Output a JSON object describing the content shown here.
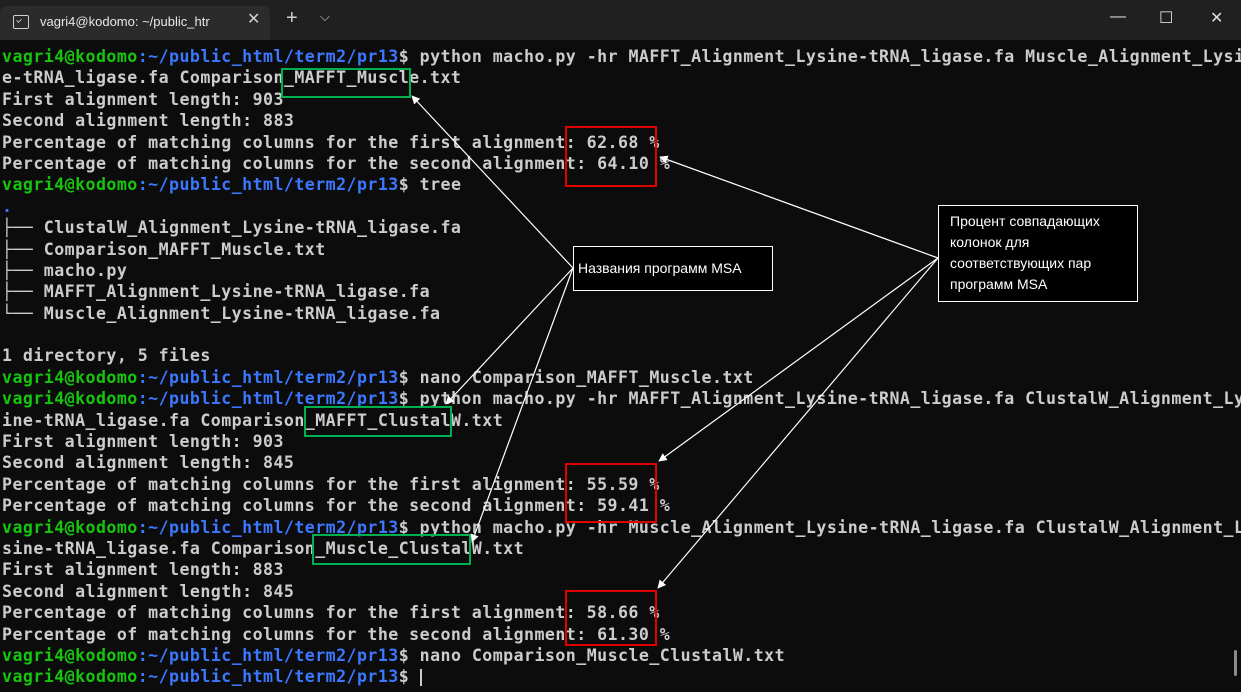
{
  "window": {
    "tab_title": "vagri4@kodomo: ~/public_htr",
    "close_glyph": "✕",
    "new_tab_glyph": "+",
    "dropdown_glyph": "⌵",
    "minimize_glyph": "—",
    "maximize_glyph": "☐",
    "window_close_glyph": "✕"
  },
  "prompt": {
    "user": "vagri4@kodomo",
    "path": ":~/public_html/term2/pr13",
    "symbol": "$"
  },
  "terminal": [
    {
      "type": "prompt",
      "cmd": " python macho.py -hr MAFFT_Alignment_Lysine-tRNA_ligase.fa Muscle_Alignment_Lysin"
    },
    {
      "type": "out",
      "text": "e-tRNA_ligase.fa Comparison_MAFFT_Muscle.txt"
    },
    {
      "type": "out",
      "text": "First alignment length: 903"
    },
    {
      "type": "out",
      "text": "Second alignment length: 883"
    },
    {
      "type": "out",
      "text": "Percentage of matching columns for the first alignment: 62.68 %"
    },
    {
      "type": "out",
      "text": "Percentage of matching columns for the second alignment: 64.10 %"
    },
    {
      "type": "prompt",
      "cmd": " tree"
    },
    {
      "type": "dir",
      "text": "."
    },
    {
      "type": "out",
      "text": "├── ClustalW_Alignment_Lysine-tRNA_ligase.fa"
    },
    {
      "type": "out",
      "text": "├── Comparison_MAFFT_Muscle.txt"
    },
    {
      "type": "out",
      "text": "├── macho.py"
    },
    {
      "type": "out",
      "text": "├── MAFFT_Alignment_Lysine-tRNA_ligase.fa"
    },
    {
      "type": "out",
      "text": "└── Muscle_Alignment_Lysine-tRNA_ligase.fa"
    },
    {
      "type": "out",
      "text": ""
    },
    {
      "type": "out",
      "text": "1 directory, 5 files"
    },
    {
      "type": "prompt",
      "cmd": " nano Comparison_MAFFT_Muscle.txt"
    },
    {
      "type": "prompt",
      "cmd": " python macho.py -hr MAFFT_Alignment_Lysine-tRNA_ligase.fa ClustalW_Alignment_Lys"
    },
    {
      "type": "out",
      "text": "ine-tRNA_ligase.fa Comparison_MAFFT_ClustalW.txt"
    },
    {
      "type": "out",
      "text": "First alignment length: 903"
    },
    {
      "type": "out",
      "text": "Second alignment length: 845"
    },
    {
      "type": "out",
      "text": "Percentage of matching columns for the first alignment: 55.59 %"
    },
    {
      "type": "out",
      "text": "Percentage of matching columns for the second alignment: 59.41 %"
    },
    {
      "type": "prompt",
      "cmd": " python macho.py -hr Muscle_Alignment_Lysine-tRNA_ligase.fa ClustalW_Alignment_Ly"
    },
    {
      "type": "out",
      "text": "sine-tRNA_ligase.fa Comparison_Muscle_ClustalW.txt"
    },
    {
      "type": "out",
      "text": "First alignment length: 883"
    },
    {
      "type": "out",
      "text": "Second alignment length: 845"
    },
    {
      "type": "out",
      "text": "Percentage of matching columns for the first alignment: 58.66 %"
    },
    {
      "type": "out",
      "text": "Percentage of matching columns for the second alignment: 61.30 %"
    },
    {
      "type": "prompt",
      "cmd": " nano Comparison_Muscle_ClustalW.txt"
    },
    {
      "type": "prompt",
      "cmd": " "
    }
  ],
  "annotations": {
    "msa_names_label": "Названия программ MSA",
    "percent_label": "Процент совпадающих колонок для соответствующих пар программ MSA",
    "percent_label_lines": [
      "Процент совпадающих",
      "колонок для",
      "соответствующих пар",
      "программ MSA"
    ]
  },
  "colors": {
    "background": "#0c0c0c",
    "user_green": "#16c60c",
    "path_blue": "#3b78ff",
    "text": "#cccccc",
    "highlight_green": "#00b050",
    "highlight_red": "#e00000"
  }
}
